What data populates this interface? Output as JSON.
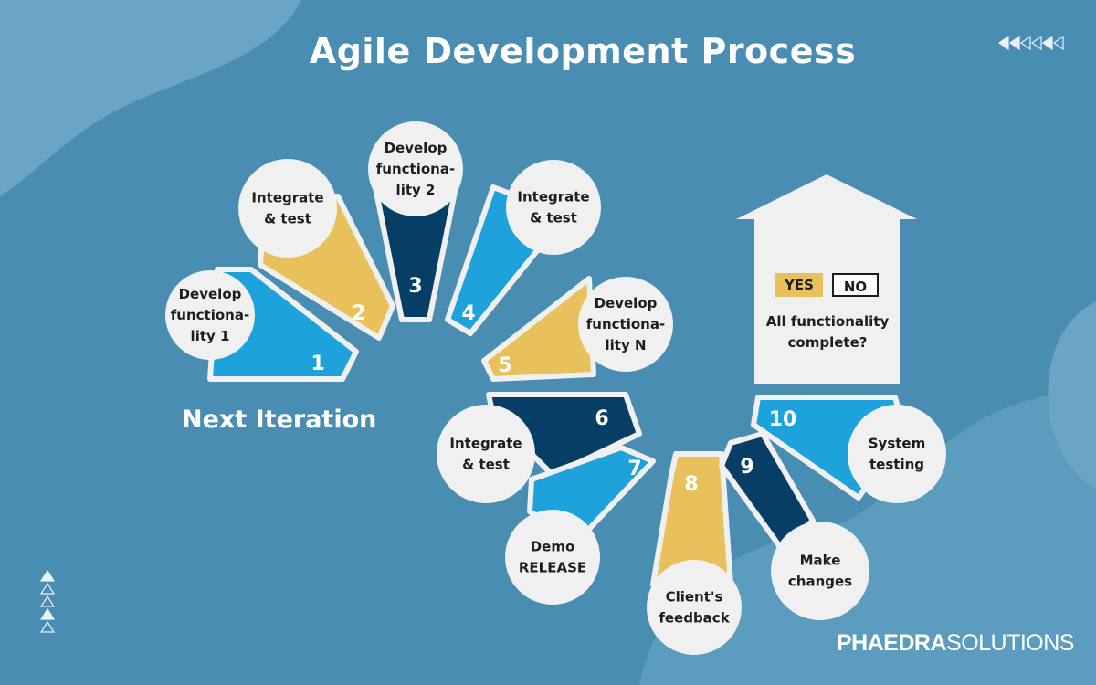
{
  "title": "Agile Development Process",
  "next_iteration_label": "Next Iteration",
  "brand": {
    "bold": "PHAEDRA",
    "light": "SOLUTIONS"
  },
  "decision": {
    "yes_label": "YES",
    "no_label": "NO",
    "question": "All functionality complete?"
  },
  "colors": {
    "background": "#4a8db3",
    "light_blue": "#1ea2dc",
    "gold": "#e8c05c",
    "navy": "#063e66",
    "circle": "#f0f0f0"
  },
  "icons": [
    "double-left-arrows-icon",
    "stacked-triangles-icon"
  ],
  "steps": [
    {
      "number": "1",
      "label": [
        "Develop",
        "functiona-",
        "lity 1"
      ],
      "color": "light_blue"
    },
    {
      "number": "2",
      "label": [
        "Integrate",
        "& test"
      ],
      "color": "gold"
    },
    {
      "number": "3",
      "label": [
        "Develop",
        "functiona-",
        "lity 2"
      ],
      "color": "navy"
    },
    {
      "number": "4",
      "label": [
        "Integrate",
        "& test"
      ],
      "color": "light_blue"
    },
    {
      "number": "5",
      "label": [
        "Develop",
        "functiona-",
        "lity N"
      ],
      "color": "gold"
    },
    {
      "number": "6",
      "label": [
        "Integrate",
        "& test"
      ],
      "color": "navy"
    },
    {
      "number": "7",
      "label": [
        "Demo",
        "RELEASE"
      ],
      "color": "light_blue"
    },
    {
      "number": "8",
      "label": [
        "Client's",
        "feedback"
      ],
      "color": "gold"
    },
    {
      "number": "9",
      "label": [
        "Make",
        "changes"
      ],
      "color": "navy"
    },
    {
      "number": "10",
      "label": [
        "System",
        "testing"
      ],
      "color": "light_blue"
    }
  ]
}
